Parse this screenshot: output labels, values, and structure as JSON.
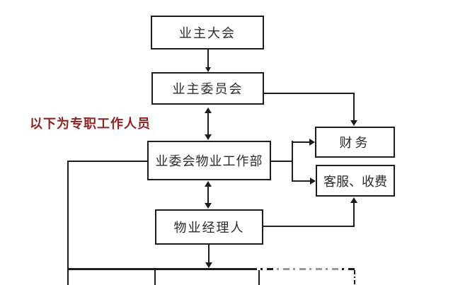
{
  "note": {
    "text": "以下为专职工作人员"
  },
  "nodes": {
    "owners_assembly": {
      "label": "业主大会"
    },
    "owners_committee": {
      "label": "业主委员会"
    },
    "committee_property_dept": {
      "label": "业委会物业工作部"
    },
    "property_manager": {
      "label": "物业经理人"
    },
    "finance": {
      "label": "财务"
    },
    "customer_service": {
      "label": "客服、收费"
    }
  },
  "colors": {
    "line": "#1d1d1d",
    "note_red": "#8e2323",
    "background": "#ffffff"
  }
}
